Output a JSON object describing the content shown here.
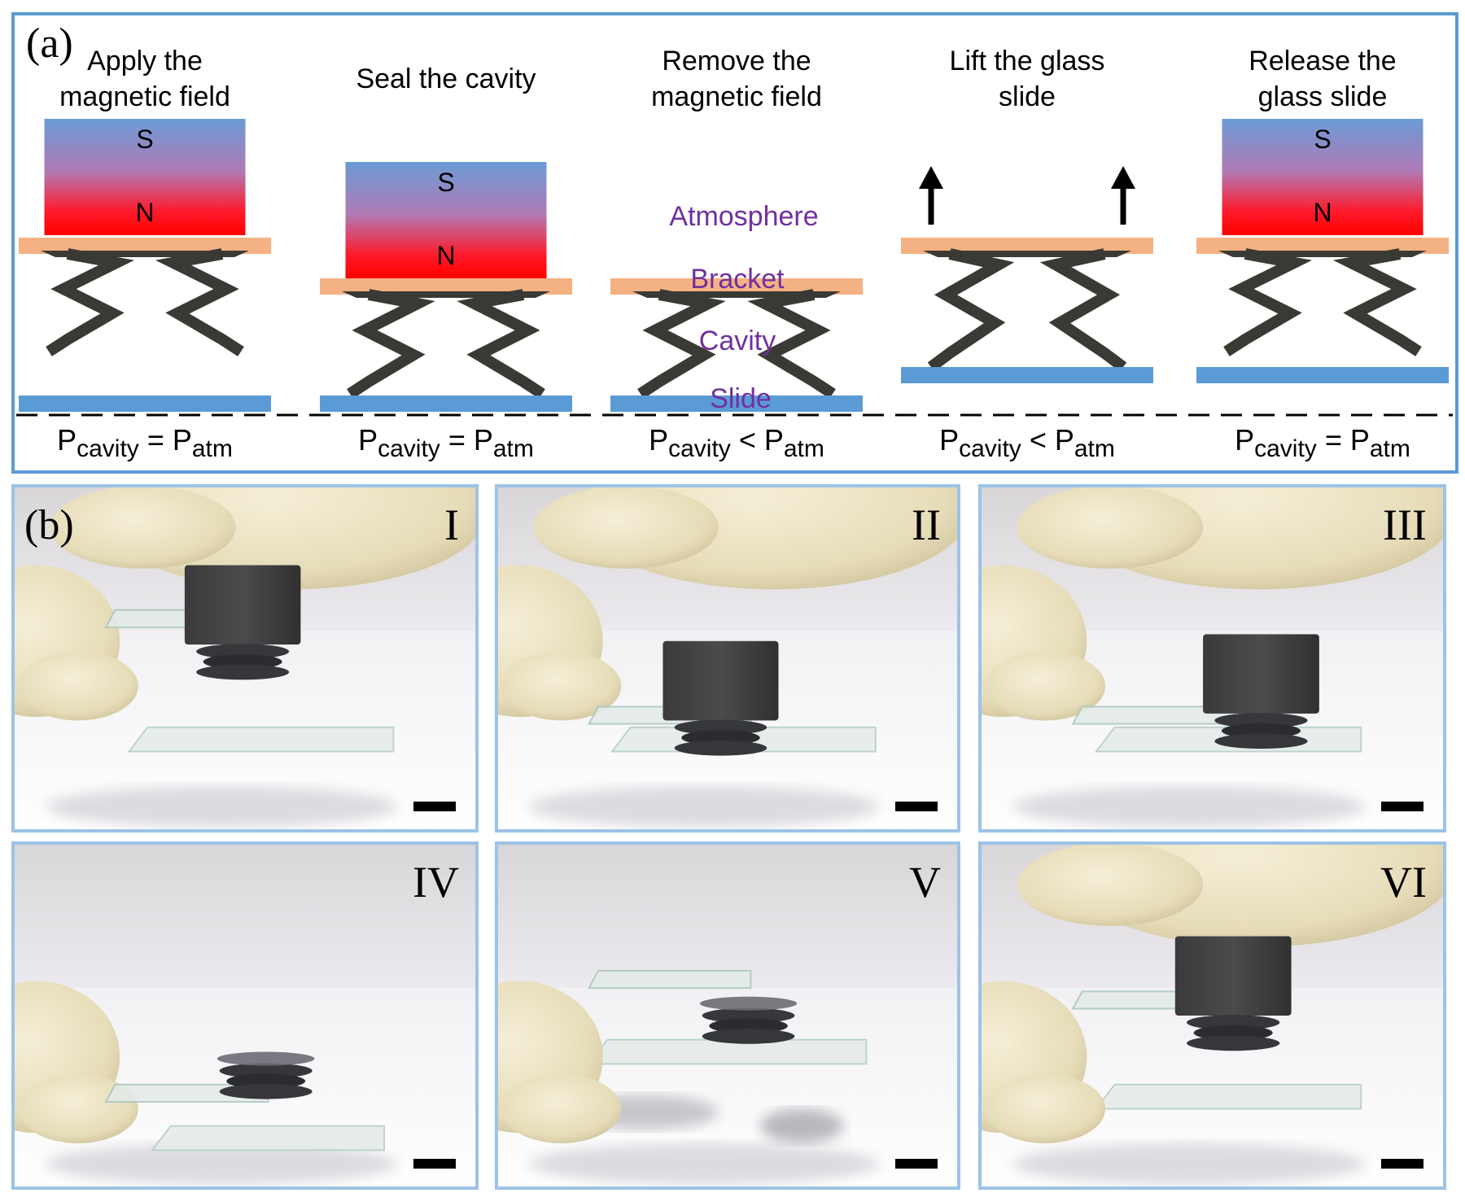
{
  "panel_a": {
    "label": "(a)",
    "steps": [
      {
        "title_1": "Apply the",
        "title_2": "magnetic field",
        "magnet_s": "S",
        "magnet_n": "N",
        "pressure": {
          "p1": "P",
          "sub1": "cavity",
          "op": "=",
          "p2": "P",
          "sub2": "atm"
        }
      },
      {
        "title_1": "Seal the cavity",
        "title_2": "",
        "magnet_s": "S",
        "magnet_n": "N",
        "pressure": {
          "p1": "P",
          "sub1": "cavity",
          "op": "=",
          "p2": "P",
          "sub2": "atm"
        }
      },
      {
        "title_1": "Remove the",
        "title_2": "magnetic field",
        "pressure": {
          "p1": "P",
          "sub1": "cavity",
          "op": "<",
          "p2": "P",
          "sub2": "atm"
        }
      },
      {
        "title_1": "Lift the glass",
        "title_2": "slide",
        "pressure": {
          "p1": "P",
          "sub1": "cavity",
          "op": "<",
          "p2": "P",
          "sub2": "atm"
        }
      },
      {
        "title_1": "Release the",
        "title_2": "glass slide",
        "magnet_s": "S",
        "magnet_n": "N",
        "pressure": {
          "p1": "P",
          "sub1": "cavity",
          "op": "=",
          "p2": "P",
          "sub2": "atm"
        }
      }
    ],
    "annotations": {
      "atmosphere": "Atmosphere",
      "bracket": "Bracket",
      "cavity": "Cavity",
      "slide": "Slide"
    }
  },
  "panel_b": {
    "label": "(b)",
    "photos": [
      "I",
      "II",
      "III",
      "IV",
      "V",
      "VI"
    ]
  },
  "colors": {
    "frame": "#5b9bd5",
    "photo_frame": "#9dc3e6",
    "magnet_top": "#6b9bd6",
    "magnet_bottom": "#ff0a0a",
    "bracket": "#f4b183",
    "slide": "#5b9bd5",
    "bellows": "#3a3a34",
    "annotation": "#7030a0"
  }
}
